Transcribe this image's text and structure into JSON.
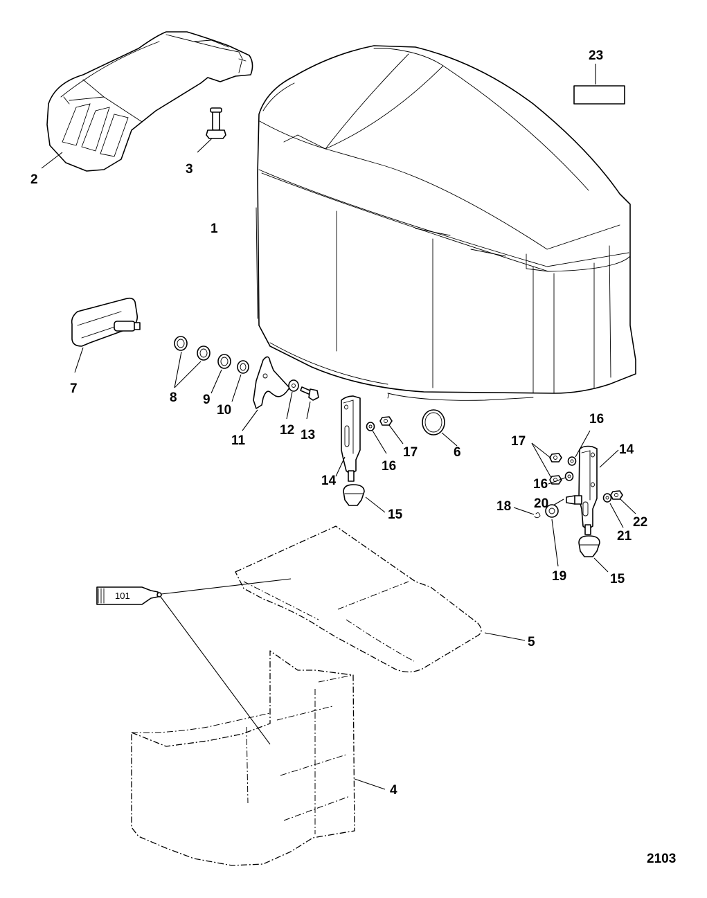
{
  "figure_number": "2103",
  "sealant_tube_label": "101",
  "callouts": [
    {
      "id": "c23",
      "text": "23"
    },
    {
      "id": "c3",
      "text": "3"
    },
    {
      "id": "c2",
      "text": "2"
    },
    {
      "id": "c1",
      "text": "1"
    },
    {
      "id": "c7",
      "text": "7"
    },
    {
      "id": "c8",
      "text": "8"
    },
    {
      "id": "c9",
      "text": "9"
    },
    {
      "id": "c10",
      "text": "10"
    },
    {
      "id": "c11",
      "text": "11"
    },
    {
      "id": "c12",
      "text": "12"
    },
    {
      "id": "c13",
      "text": "13"
    },
    {
      "id": "c14a",
      "text": "14"
    },
    {
      "id": "c15a",
      "text": "15"
    },
    {
      "id": "c16a",
      "text": "16"
    },
    {
      "id": "c17a",
      "text": "17"
    },
    {
      "id": "c6",
      "text": "6"
    },
    {
      "id": "c16b",
      "text": "16"
    },
    {
      "id": "c17b",
      "text": "17"
    },
    {
      "id": "c16c",
      "text": "16"
    },
    {
      "id": "c14b",
      "text": "14"
    },
    {
      "id": "c20",
      "text": "20"
    },
    {
      "id": "c18",
      "text": "18"
    },
    {
      "id": "c21",
      "text": "21"
    },
    {
      "id": "c22",
      "text": "22"
    },
    {
      "id": "c19",
      "text": "19"
    },
    {
      "id": "c15b",
      "text": "15"
    },
    {
      "id": "c5",
      "text": "5"
    },
    {
      "id": "c4",
      "text": "4"
    }
  ]
}
